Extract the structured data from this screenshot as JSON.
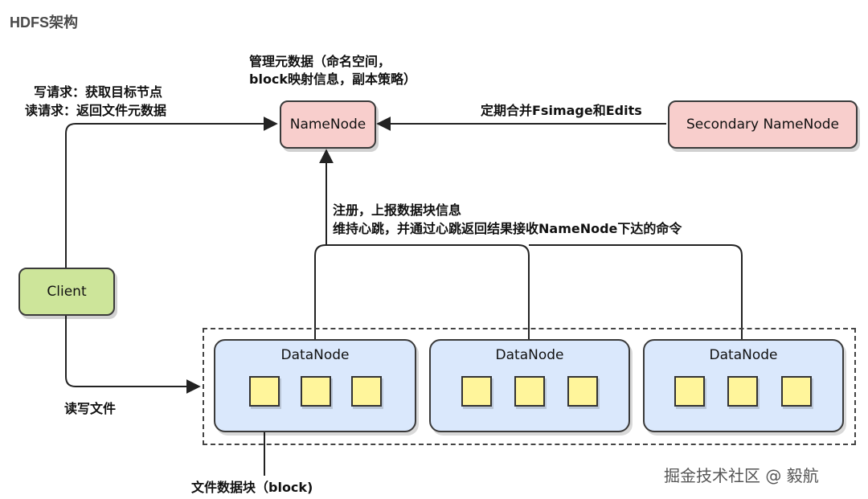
{
  "title": "HDFS架构",
  "namenode": {
    "label": "NameNode",
    "note_line1": "管理元数据（命名空间，",
    "note_line2": "block映射信息，副本策略）"
  },
  "secondary": {
    "label": "Secondary NameNode",
    "edge_label": "定期合并Fsimage和Edits"
  },
  "client": {
    "label": "Client",
    "write_req": "写请求：获取目标节点",
    "read_req": "读请求：返回文件元数据",
    "rw_label": "读写文件"
  },
  "datanode_edge": {
    "line1": "注册，上报数据块信息",
    "line2": "维持心跳，并通过心跳返回结果接收NameNode下达的命令"
  },
  "datanodes": [
    {
      "label": "DataNode"
    },
    {
      "label": "DataNode"
    },
    {
      "label": "DataNode"
    }
  ],
  "block_label": "文件数据块（block)",
  "watermark": "掘金技术社区 @ 毅航",
  "colors": {
    "namenode_fill": "#f8cecc",
    "client_fill": "#cde59a",
    "datanode_fill": "#dae8fc",
    "block_fill": "#fff59b"
  }
}
